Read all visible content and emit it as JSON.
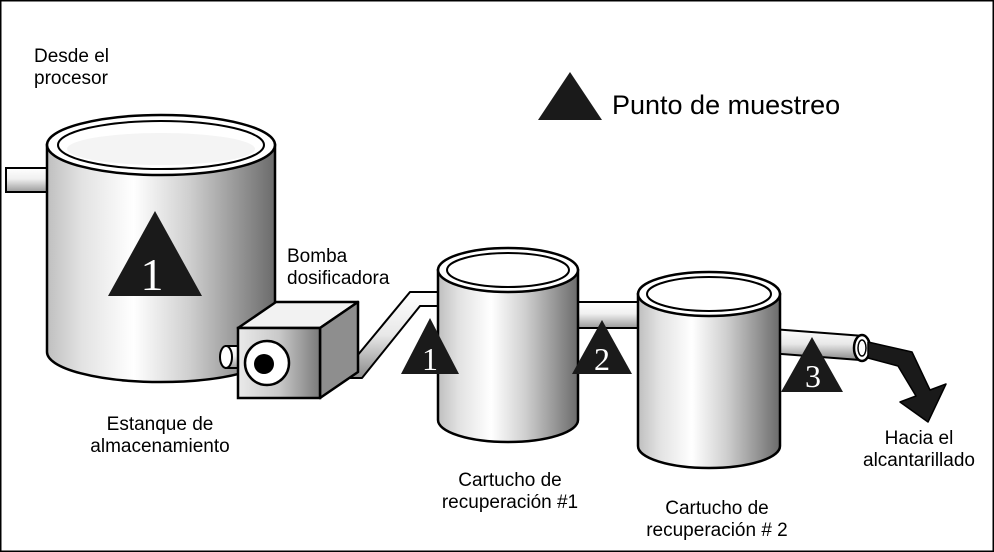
{
  "labels": {
    "source": [
      "Desde el",
      "procesor"
    ],
    "pump": [
      "Bomba",
      "dosificadora"
    ],
    "tank": [
      "Estanque de",
      "almacenamiento"
    ],
    "cartridge1": [
      "Cartucho de",
      "recuperación #1"
    ],
    "cartridge2": [
      "Cartucho de",
      "recuperación # 2"
    ],
    "drain": [
      "Hacia el",
      "alcantarillado"
    ]
  },
  "legend": {
    "text": "Punto de muestreo",
    "symbol": "triangle-icon"
  },
  "sampling_points": [
    {
      "number": "1",
      "location": "tank"
    },
    {
      "number": "1",
      "location": "cartridge1-inlet"
    },
    {
      "number": "2",
      "location": "between-cartridges"
    },
    {
      "number": "3",
      "location": "cartridge2-outlet"
    }
  ],
  "colors": {
    "outline": "#000000",
    "triangle": "#1a1a1a",
    "triangle_text": "#ffffff"
  }
}
